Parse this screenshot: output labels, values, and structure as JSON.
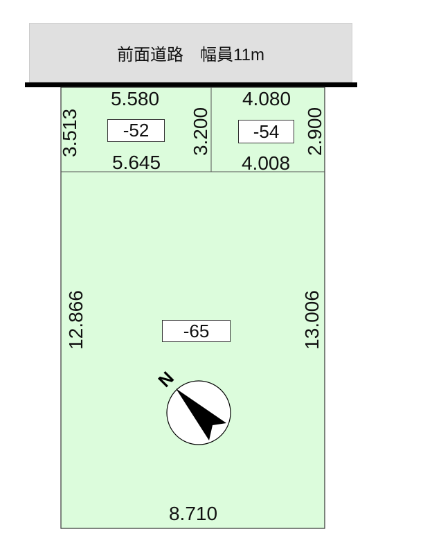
{
  "road": {
    "label": "前面道路　幅員11m"
  },
  "lots": {
    "lot52": {
      "id": "-52",
      "top": "5.580",
      "bottom": "5.645",
      "left": "3.513",
      "right": "3.200"
    },
    "lot54": {
      "id": "-54",
      "top": "4.080",
      "bottom": "4.008",
      "right": "2.900"
    },
    "lot65": {
      "id": "-65",
      "left": "12.866",
      "right": "13.006",
      "bottom": "8.710"
    }
  },
  "compass": {
    "label": "N"
  },
  "colors": {
    "land": "#dcfcdc",
    "road": "#e0e0e0"
  }
}
